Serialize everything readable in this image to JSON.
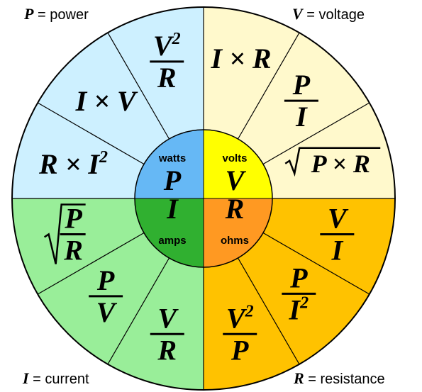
{
  "corners": {
    "power": {
      "symbol": "P",
      "label": "= power"
    },
    "voltage": {
      "symbol": "V",
      "label": "= voltage"
    },
    "current": {
      "symbol": "I",
      "label": "= current"
    },
    "resistance": {
      "symbol": "R",
      "label": "= resistance"
    }
  },
  "center": {
    "power": {
      "symbol": "P",
      "unit": "watts"
    },
    "voltage": {
      "symbol": "V",
      "unit": "volts"
    },
    "current": {
      "symbol": "I",
      "unit": "amps"
    },
    "resistance": {
      "symbol": "R",
      "unit": "ohms"
    }
  },
  "colors": {
    "power_outer": "#cdf0ff",
    "voltage_outer": "#fff9cc",
    "current_outer": "#99ee99",
    "resistance_outer": "#ffc200",
    "power_inner": "#66b8f5",
    "voltage_inner": "#ffff00",
    "current_inner": "#30b030",
    "resistance_inner": "#ff9922",
    "lines": "#000000"
  },
  "formulas": {
    "power": [
      {
        "type": "frac",
        "num": "V",
        "num_sup": "2",
        "den": "R"
      },
      {
        "type": "text",
        "text": "I × V"
      },
      {
        "type": "text",
        "text": "R × I",
        "sup": "2"
      }
    ],
    "voltage": [
      {
        "type": "text",
        "text": "I × R"
      },
      {
        "type": "frac",
        "num": "P",
        "den": "I"
      },
      {
        "type": "sqrt",
        "text": "P × R"
      }
    ],
    "resistance": [
      {
        "type": "frac",
        "num": "V",
        "den": "I"
      },
      {
        "type": "frac",
        "num": "P",
        "den": "I",
        "den_sup": "2"
      },
      {
        "type": "frac",
        "num": "V",
        "num_sup": "2",
        "den": "P"
      }
    ],
    "current": [
      {
        "type": "frac",
        "num": "V",
        "den": "R"
      },
      {
        "type": "frac",
        "num": "P",
        "den": "V"
      },
      {
        "type": "sqrtfrac",
        "num": "P",
        "den": "R"
      }
    ]
  }
}
